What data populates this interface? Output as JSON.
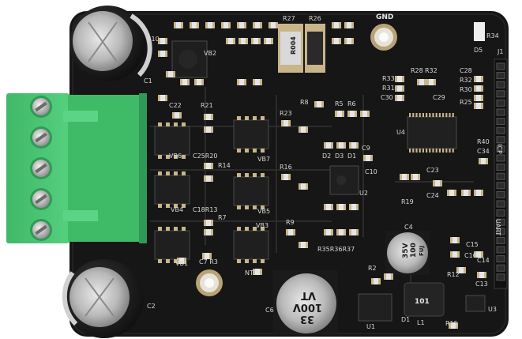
{
  "board": {
    "colors": {
      "pcb": "#161616",
      "silkscreen": "#d8d8d8",
      "terminal": "#46c473",
      "terminal_dark": "#2f9a55",
      "pad": "#c9b58a",
      "chip": "#1c1c1c"
    },
    "labels": {
      "gnd": "GND",
      "r27": "R27",
      "r26": "R26",
      "shunt": "R004",
      "r10": "R10",
      "vb2": "VB2",
      "c1": "C1",
      "c2": "C2",
      "r34": "R34",
      "d5": "D5",
      "j1": "J1",
      "r33": "R33",
      "r31": "R31",
      "c30": "C30",
      "r28": "R28",
      "r32a": "R32",
      "c29": "C29",
      "c28": "C28",
      "r32b": "R32",
      "r30": "R30",
      "r25": "R25",
      "r8": "R8",
      "r5": "R5",
      "r6": "R6",
      "u4": "U4",
      "c22": "C22",
      "r21": "R21",
      "r23": "R23",
      "vb6": "VB6",
      "c25r20": "C25R20",
      "vb7": "VB7",
      "r14": "R14",
      "r16": "R16",
      "vb4": "VB4",
      "c18r13": "C18R13",
      "vb5": "VB5",
      "r7": "R7",
      "r9": "R9",
      "vb3": "VB3",
      "vb1": "VB1",
      "c7r3": "C7 R3",
      "ntc": "NTC",
      "d2": "D2",
      "d3": "D3",
      "d1a": "D1",
      "c9": "C9",
      "c10": "C10",
      "u2": "U2",
      "r35r36r37": "R35R36R37",
      "c23": "C23",
      "r19": "R19",
      "c24": "C24",
      "r40": "R40",
      "c34": "C34",
      "icp": "ICP",
      "uart": "UART",
      "c4": "C4",
      "c15": "C15",
      "c16": "C16",
      "c14": "C14",
      "r12": "R12",
      "c13": "C13",
      "u3": "U3",
      "r2": "R2",
      "u1": "U1",
      "d1b": "D1",
      "l1": "L1",
      "r15": "R15",
      "c6": "C6"
    },
    "small_cap": {
      "line1": "35V",
      "line2": "100",
      "line3": "FUJ"
    },
    "big_cap": {
      "line1": "VT",
      "line2": "100V",
      "line3": "33"
    },
    "inductor": "101",
    "terminal_positions": 5
  }
}
